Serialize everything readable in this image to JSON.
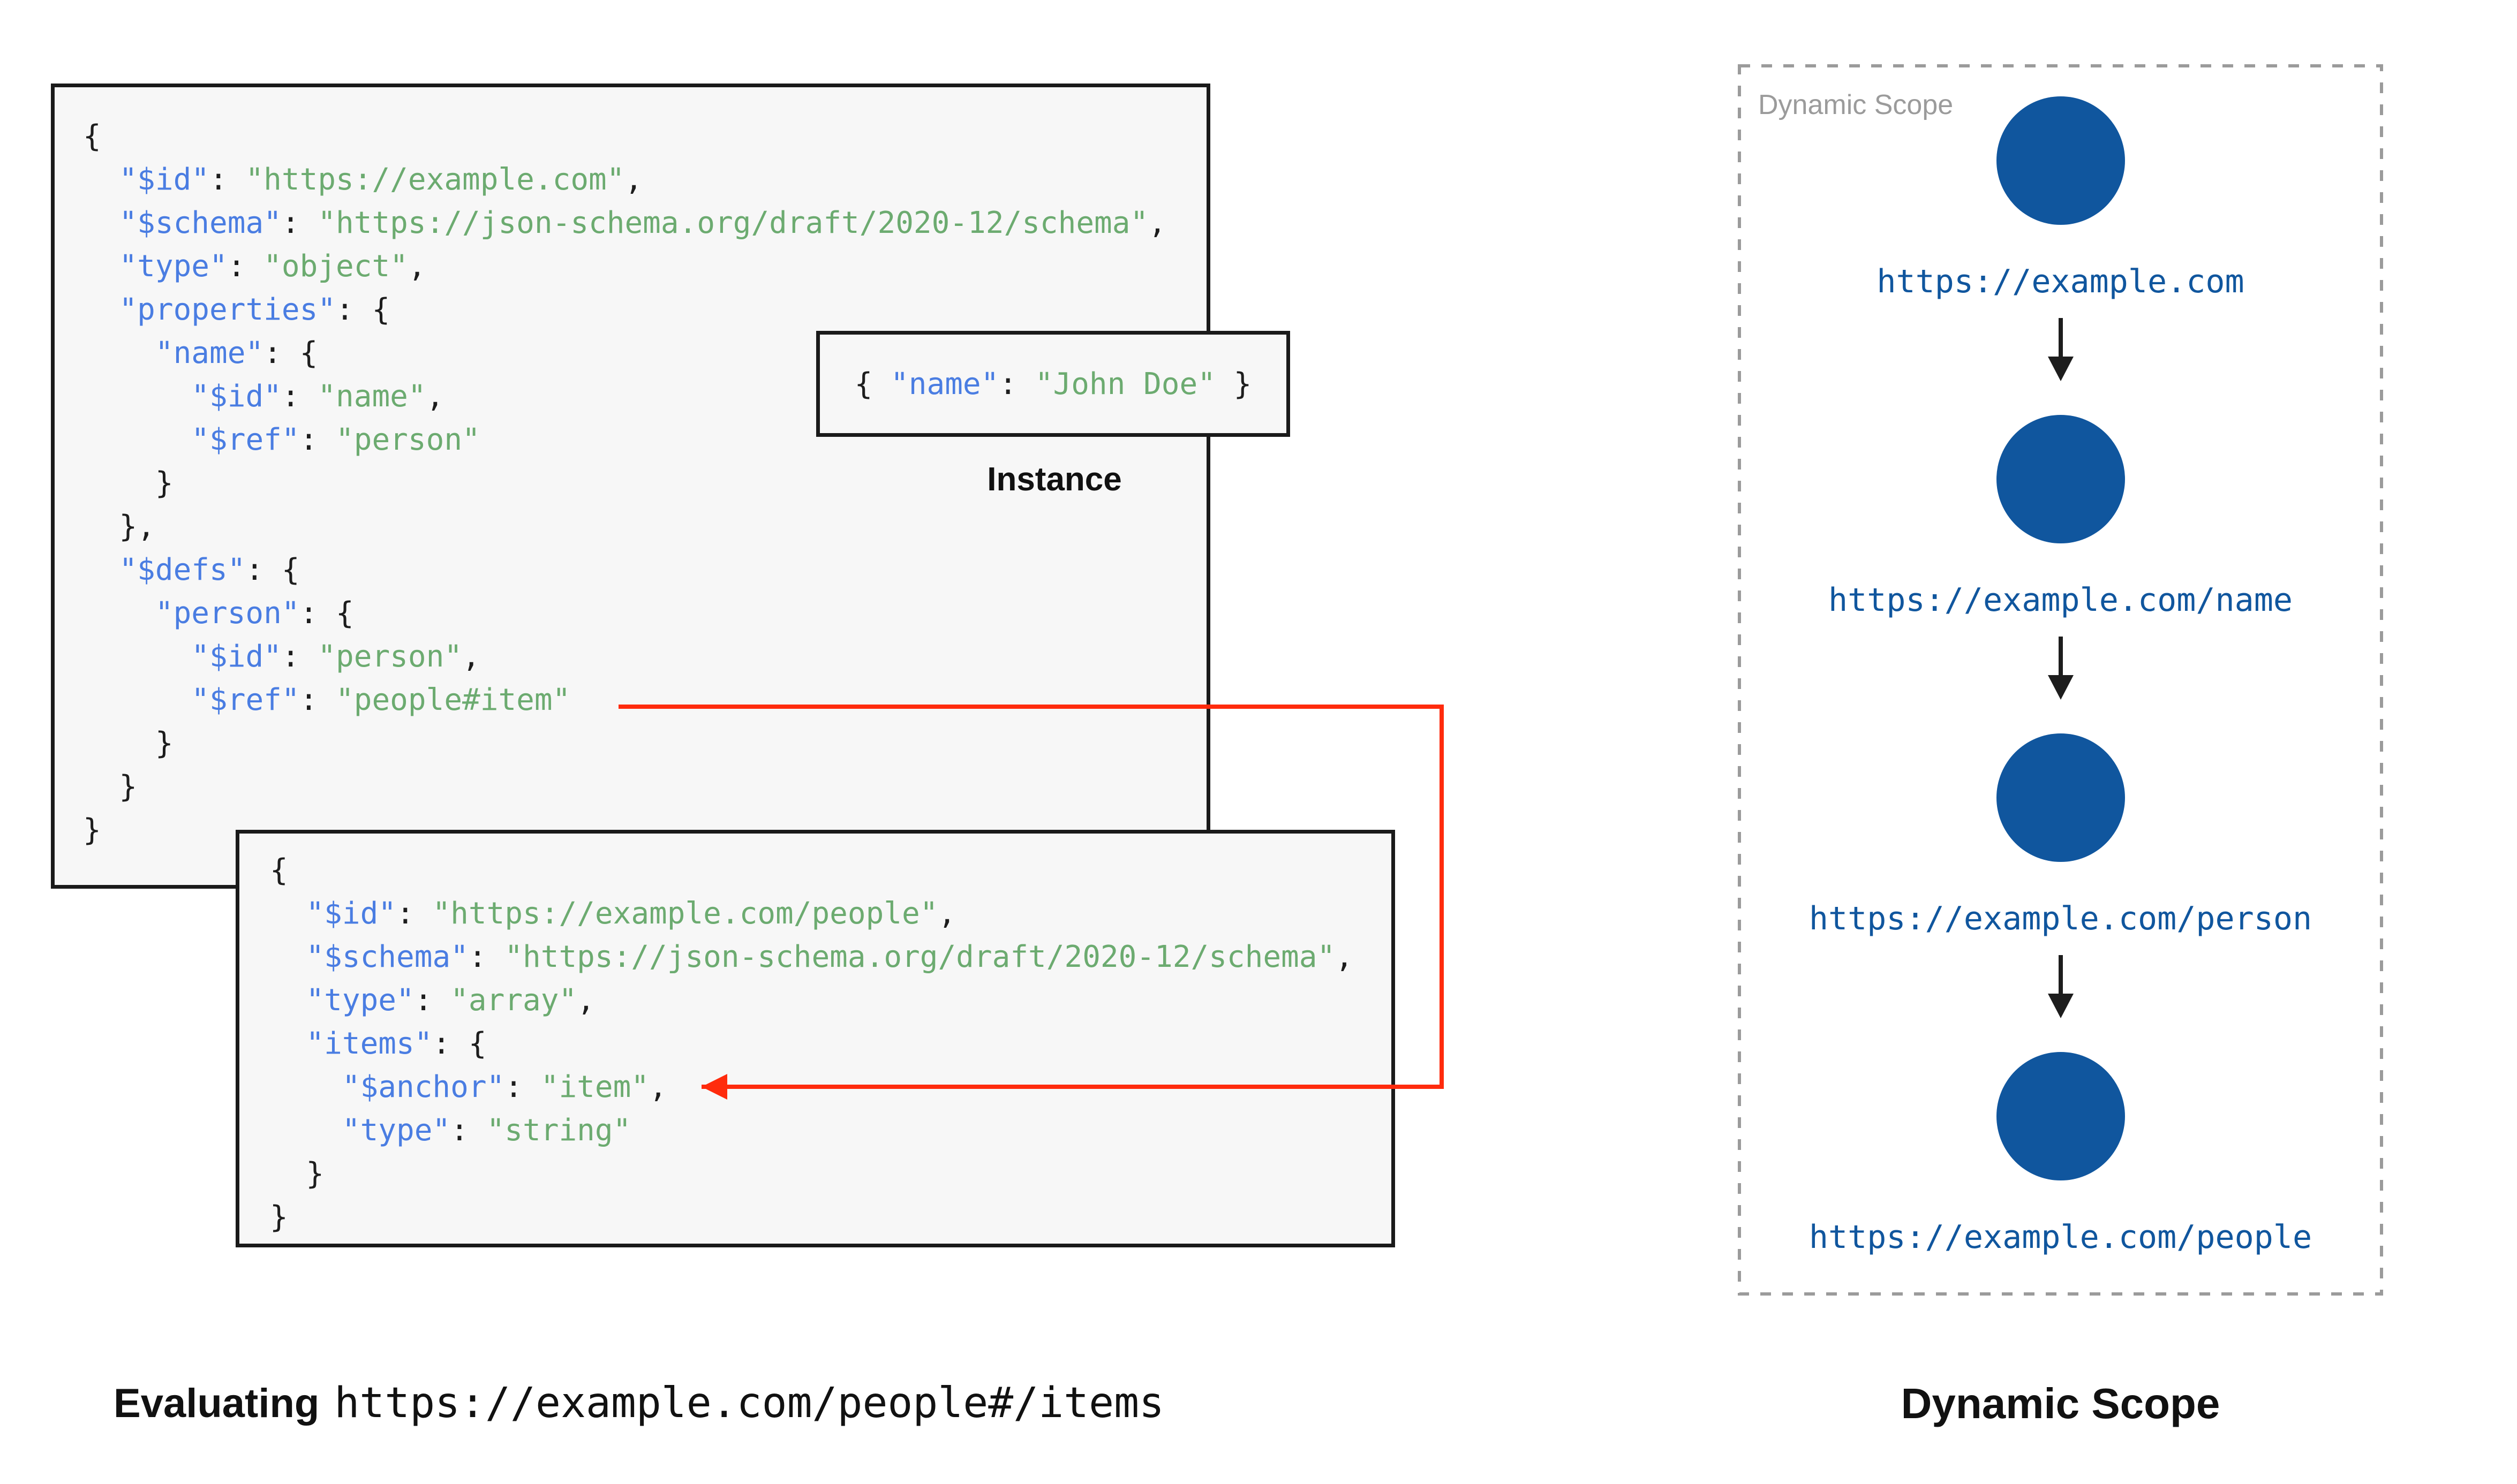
{
  "colors": {
    "key": "#4a7de2",
    "str": "#6cab70",
    "punct": "#1d1d1d",
    "node": "#10569e",
    "red": "#ff2b0d",
    "border": "#1a1a1a",
    "boxbg": "#f7f7f7",
    "gray": "#9b9b9b"
  },
  "schema_box": {
    "lines": [
      "{",
      "  \"$id\": \"https://example.com\",",
      "  \"$schema\": \"https://json-schema.org/draft/2020-12/schema\",",
      "  \"type\": \"object\",",
      "  \"properties\": {",
      "    \"name\": {",
      "      \"$id\": \"name\",",
      "      \"$ref\": \"person\"",
      "    }",
      "  },",
      "  \"$defs\": {",
      "    \"person\": {",
      "      \"$id\": \"person\",",
      "      \"$ref\": \"people#item\"",
      "    }",
      "  }",
      "}"
    ]
  },
  "people_box": {
    "lines": [
      "{",
      "  \"$id\": \"https://example.com/people\",",
      "  \"$schema\": \"https://json-schema.org/draft/2020-12/schema\",",
      "  \"type\": \"array\",",
      "  \"items\": {",
      "    \"$anchor\": \"item\",",
      "    \"type\": \"string\"",
      "  }",
      "}"
    ]
  },
  "instance": {
    "code": "{ \"name\": \"John Doe\" }",
    "label": "Instance"
  },
  "caption_left": {
    "bold": "Evaluating",
    "code": "https://example.com/people#/items"
  },
  "scope_panel": {
    "watermark": "Dynamic Scope",
    "nodes": [
      "https://example.com",
      "https://example.com/name",
      "https://example.com/person",
      "https://example.com/people"
    ],
    "caption": "Dynamic Scope"
  }
}
